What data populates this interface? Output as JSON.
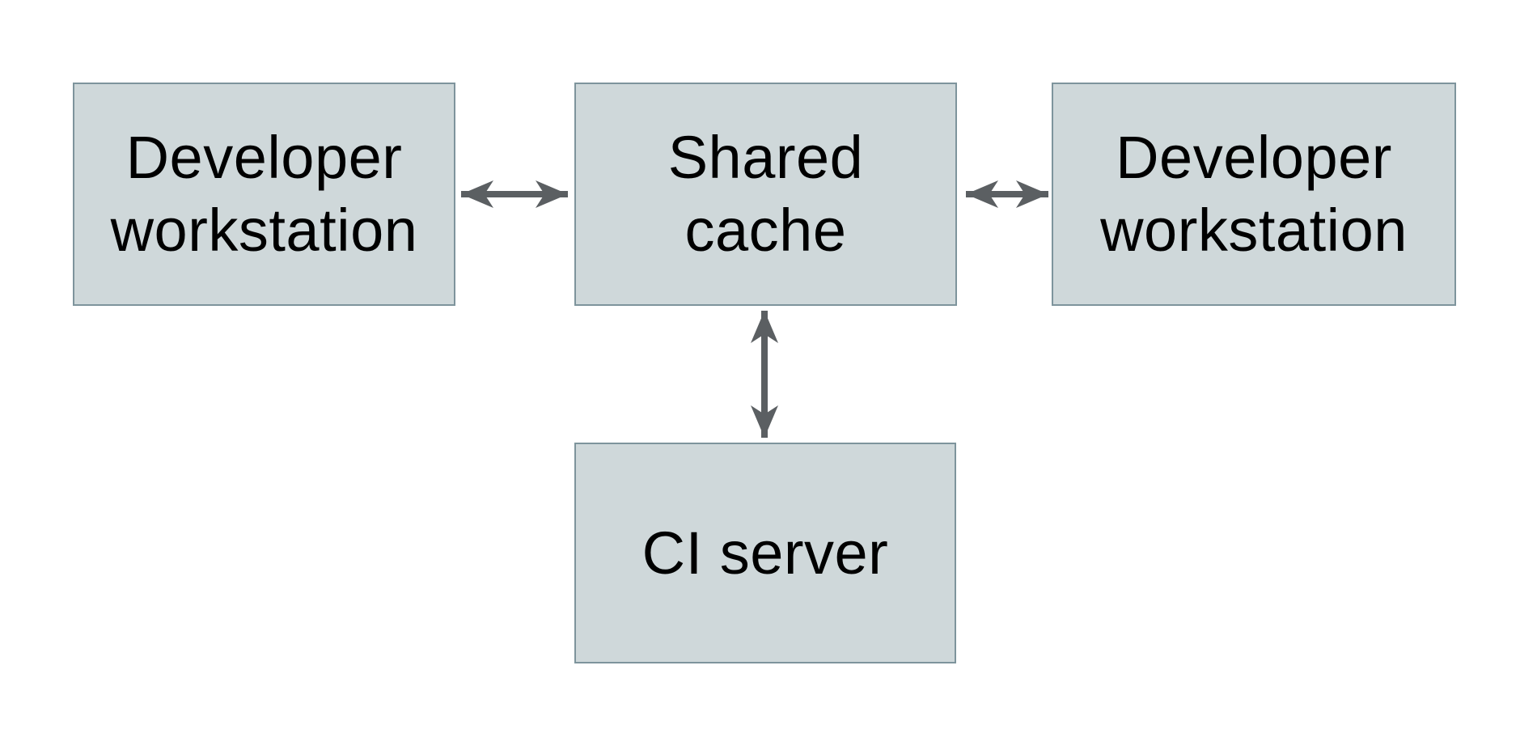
{
  "theme": {
    "background": "#ffffff",
    "box_fill": "#cfd8da",
    "box_border": "#7e949c",
    "arrow_color": "#5b5f62",
    "text_color": "#000000"
  },
  "diagram": {
    "type": "flow-diagram",
    "nodes": {
      "dev_left": {
        "id": "developer-workstation-left",
        "lines": [
          "Developer",
          "workstation"
        ]
      },
      "shared": {
        "id": "shared-cache",
        "lines": [
          "Shared",
          "cache"
        ]
      },
      "dev_right": {
        "id": "developer-workstation-right",
        "lines": [
          "Developer",
          "workstation"
        ]
      },
      "ci": {
        "id": "ci-server",
        "lines": [
          "CI server"
        ]
      }
    },
    "edges": [
      {
        "from": "developer-workstation-left",
        "to": "shared-cache",
        "direction": "bidirectional",
        "orientation": "horizontal"
      },
      {
        "from": "developer-workstation-right",
        "to": "shared-cache",
        "direction": "bidirectional",
        "orientation": "horizontal"
      },
      {
        "from": "ci-server",
        "to": "shared-cache",
        "direction": "bidirectional",
        "orientation": "vertical"
      }
    ]
  }
}
